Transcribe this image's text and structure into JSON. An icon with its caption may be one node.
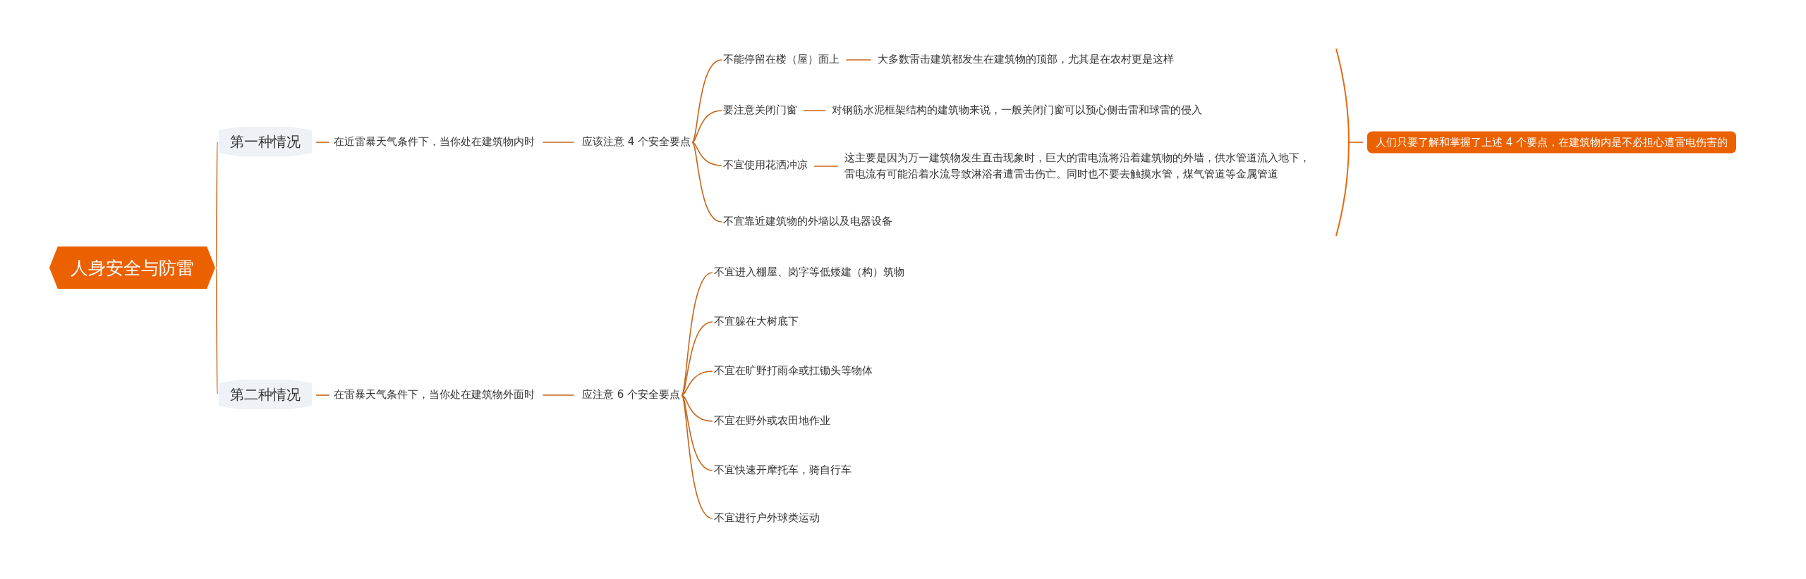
{
  "diagram": {
    "nodes": [
      {
        "text": [
          "人身安全与防雷"
        ]
      },
      {
        "text": [
          "第一种情况"
        ]
      },
      {
        "text": [
          "在近雷暴天气条件下，当你处在建筑物内时"
        ]
      },
      {
        "text": [
          "应该注意 4 个安全要点"
        ]
      },
      {
        "text": [
          "不能停留在楼（屋）面上"
        ]
      },
      {
        "text": [
          "大多数雷击建筑都发生在建筑物的顶部，尤其是在农村更是这样"
        ]
      },
      {
        "text": [
          "要注意关闭门窗"
        ]
      },
      {
        "text": [
          "对钢筋水泥框架结构的建筑物来说，一般关闭门窗可以预心侧击雷和球雷的侵入"
        ]
      },
      {
        "text": [
          "不宜使用花洒冲凉"
        ]
      },
      {
        "text": [
          "这主要是因为万一建筑物发生直击现象时，巨大的雷电流将沿着建筑物的外墙，供水管道流入地下，雷电流有可能沿着水流导致淋浴者遭雷击伤亡。同时也不要去触摸水管，煤气管道等金属管道"
        ]
      },
      {
        "text": [
          "不宜靠近建筑物的外墙以及电器设备"
        ]
      },
      {
        "text": [],
        "shape": "bracket"
      },
      {
        "text": [
          "人们只要了解和掌握了上述 4 个要点，在建筑物内是不必担心遭雷电伤害的"
        ]
      },
      {
        "text": [
          "第二种情况"
        ]
      },
      {
        "text": [
          "在雷暴天气条件下，当你处在建筑物外面时"
        ]
      },
      {
        "text": [
          "应注意 6 个安全要点"
        ]
      },
      {
        "text": [
          "不宜进入棚屋、岗字等低矮建（构）筑物"
        ]
      },
      {
        "text": [
          "不宜躲在大树底下"
        ]
      },
      {
        "text": [
          "不宜在旷野打雨伞或扛锄头等物体"
        ]
      },
      {
        "text": [
          "不宜在野外或农田地作业"
        ]
      },
      {
        "text": [
          "不宜快速开摩托车，骑自行车"
        ]
      },
      {
        "text": [
          "不宜进行户外球类运动"
        ]
      }
    ],
    "edges": [
      {
        "from": 0,
        "to": 1,
        "arrow": "none"
      },
      {
        "from": 1,
        "to": 2,
        "arrow": "none"
      },
      {
        "from": 2,
        "to": 3,
        "arrow": "none"
      },
      {
        "from": 3,
        "to": 4,
        "arrow": "none"
      },
      {
        "from": 4,
        "to": 5,
        "arrow": "none"
      },
      {
        "from": 3,
        "to": 6,
        "arrow": "none"
      },
      {
        "from": 6,
        "to": 7,
        "arrow": "none"
      },
      {
        "from": 3,
        "to": 8,
        "arrow": "none"
      },
      {
        "from": 8,
        "to": 9,
        "arrow": "none"
      },
      {
        "from": 3,
        "to": 10,
        "arrow": "none"
      },
      {
        "from": 11,
        "to": 12,
        "arrow": "none"
      },
      {
        "from": 0,
        "to": 13,
        "arrow": "none"
      },
      {
        "from": 13,
        "to": 14,
        "arrow": "none"
      },
      {
        "from": 14,
        "to": 15,
        "arrow": "none"
      },
      {
        "from": 15,
        "to": 16,
        "arrow": "none"
      },
      {
        "from": 15,
        "to": 17,
        "arrow": "none"
      },
      {
        "from": 15,
        "to": 18,
        "arrow": "none"
      },
      {
        "from": 15,
        "to": 19,
        "arrow": "none"
      },
      {
        "from": 15,
        "to": 20,
        "arrow": "none"
      },
      {
        "from": 15,
        "to": 21,
        "arrow": "none"
      }
    ]
  }
}
